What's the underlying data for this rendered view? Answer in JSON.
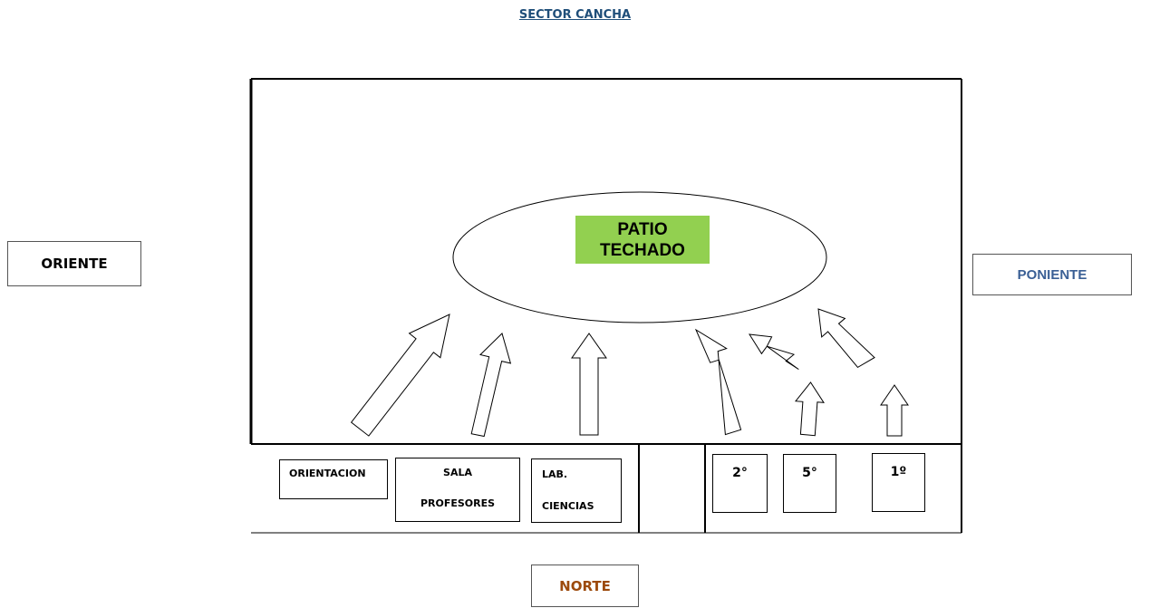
{
  "title": "SECTOR CANCHA",
  "directions": {
    "oriente": "ORIENTE",
    "poniente": "PONIENTE",
    "norte": "NORTE"
  },
  "center": {
    "line1": "PATIO",
    "line2": "TECHADO",
    "fill_color": "#92d050"
  },
  "rooms": {
    "orientacion": "ORIENTACION",
    "sala_line1": "SALA",
    "sala_line2": "PROFESORES",
    "lab_line1": "LAB.",
    "lab_line2": "CIENCIAS",
    "grade_2": "2°",
    "grade_5": "5°",
    "grade_1": "1º"
  },
  "colors": {
    "title": "#1f4e79",
    "poniente": "#3a5f95",
    "norte": "#9c4a0c"
  }
}
